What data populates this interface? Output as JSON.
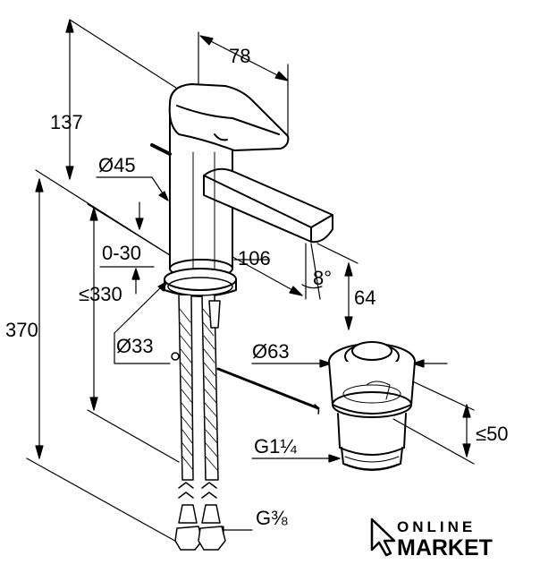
{
  "dimensions": {
    "spout_reach": "78",
    "handle_height": "137",
    "body_diameter": "Ø45",
    "lift_range": "0-30",
    "spout_offset": "106",
    "max_height_below": "≤330",
    "total_height": "370",
    "spout_angle": "8°",
    "spout_height": "64",
    "hole_diameter": "Ø33",
    "waste_diameter": "Ø63",
    "waste_depth": "≤50",
    "waste_thread": "G1¼",
    "hose_thread": "G⅜"
  },
  "logo": {
    "line1": "ONLINE",
    "line2": "MARKET",
    "icon": "cursor-arrow-icon"
  },
  "colors": {
    "line": "#000000",
    "background": "#ffffff"
  }
}
